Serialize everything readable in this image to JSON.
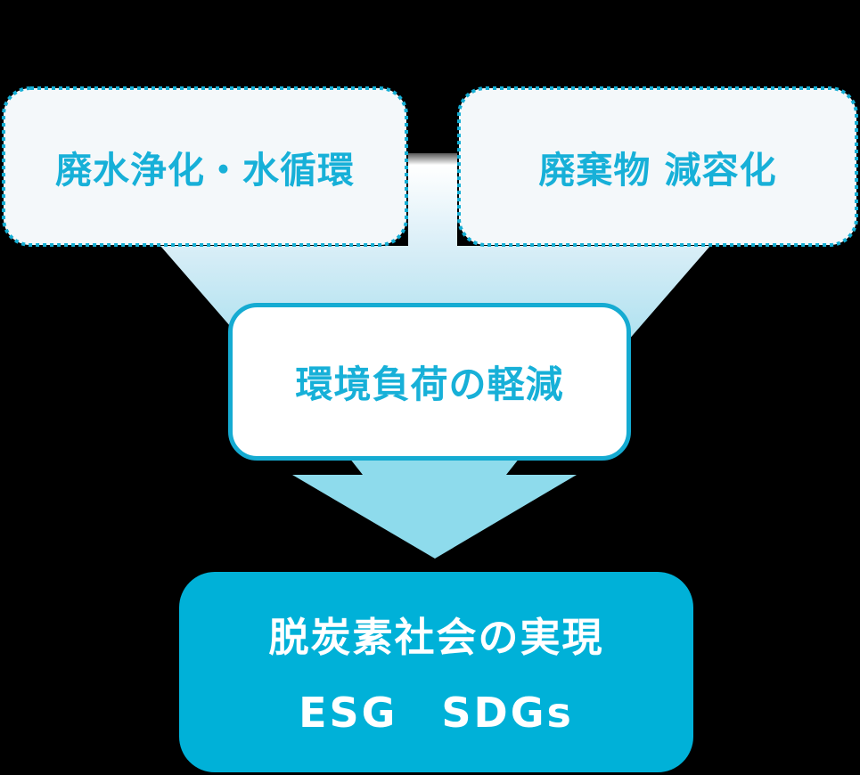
{
  "diagram": {
    "top_boxes": [
      {
        "label": "廃水浄化・水循環"
      },
      {
        "label": "廃棄物 減容化"
      }
    ],
    "middle_box": {
      "label": "環境負荷の軽減"
    },
    "bottom_box": {
      "line1": "脱炭素社会の実現",
      "line2": "ESG　SDGs"
    },
    "colors": {
      "accent_cyan": "#14aed4",
      "text_cyan": "#17b0d8",
      "box_background": "#f4f8fa",
      "flow_mid": "#d9eef7",
      "flow_deep": "#abe0ef",
      "arrow_fill": "#8edbec",
      "bottom_fill": "#00b1d8",
      "page_background": "#000000"
    }
  }
}
